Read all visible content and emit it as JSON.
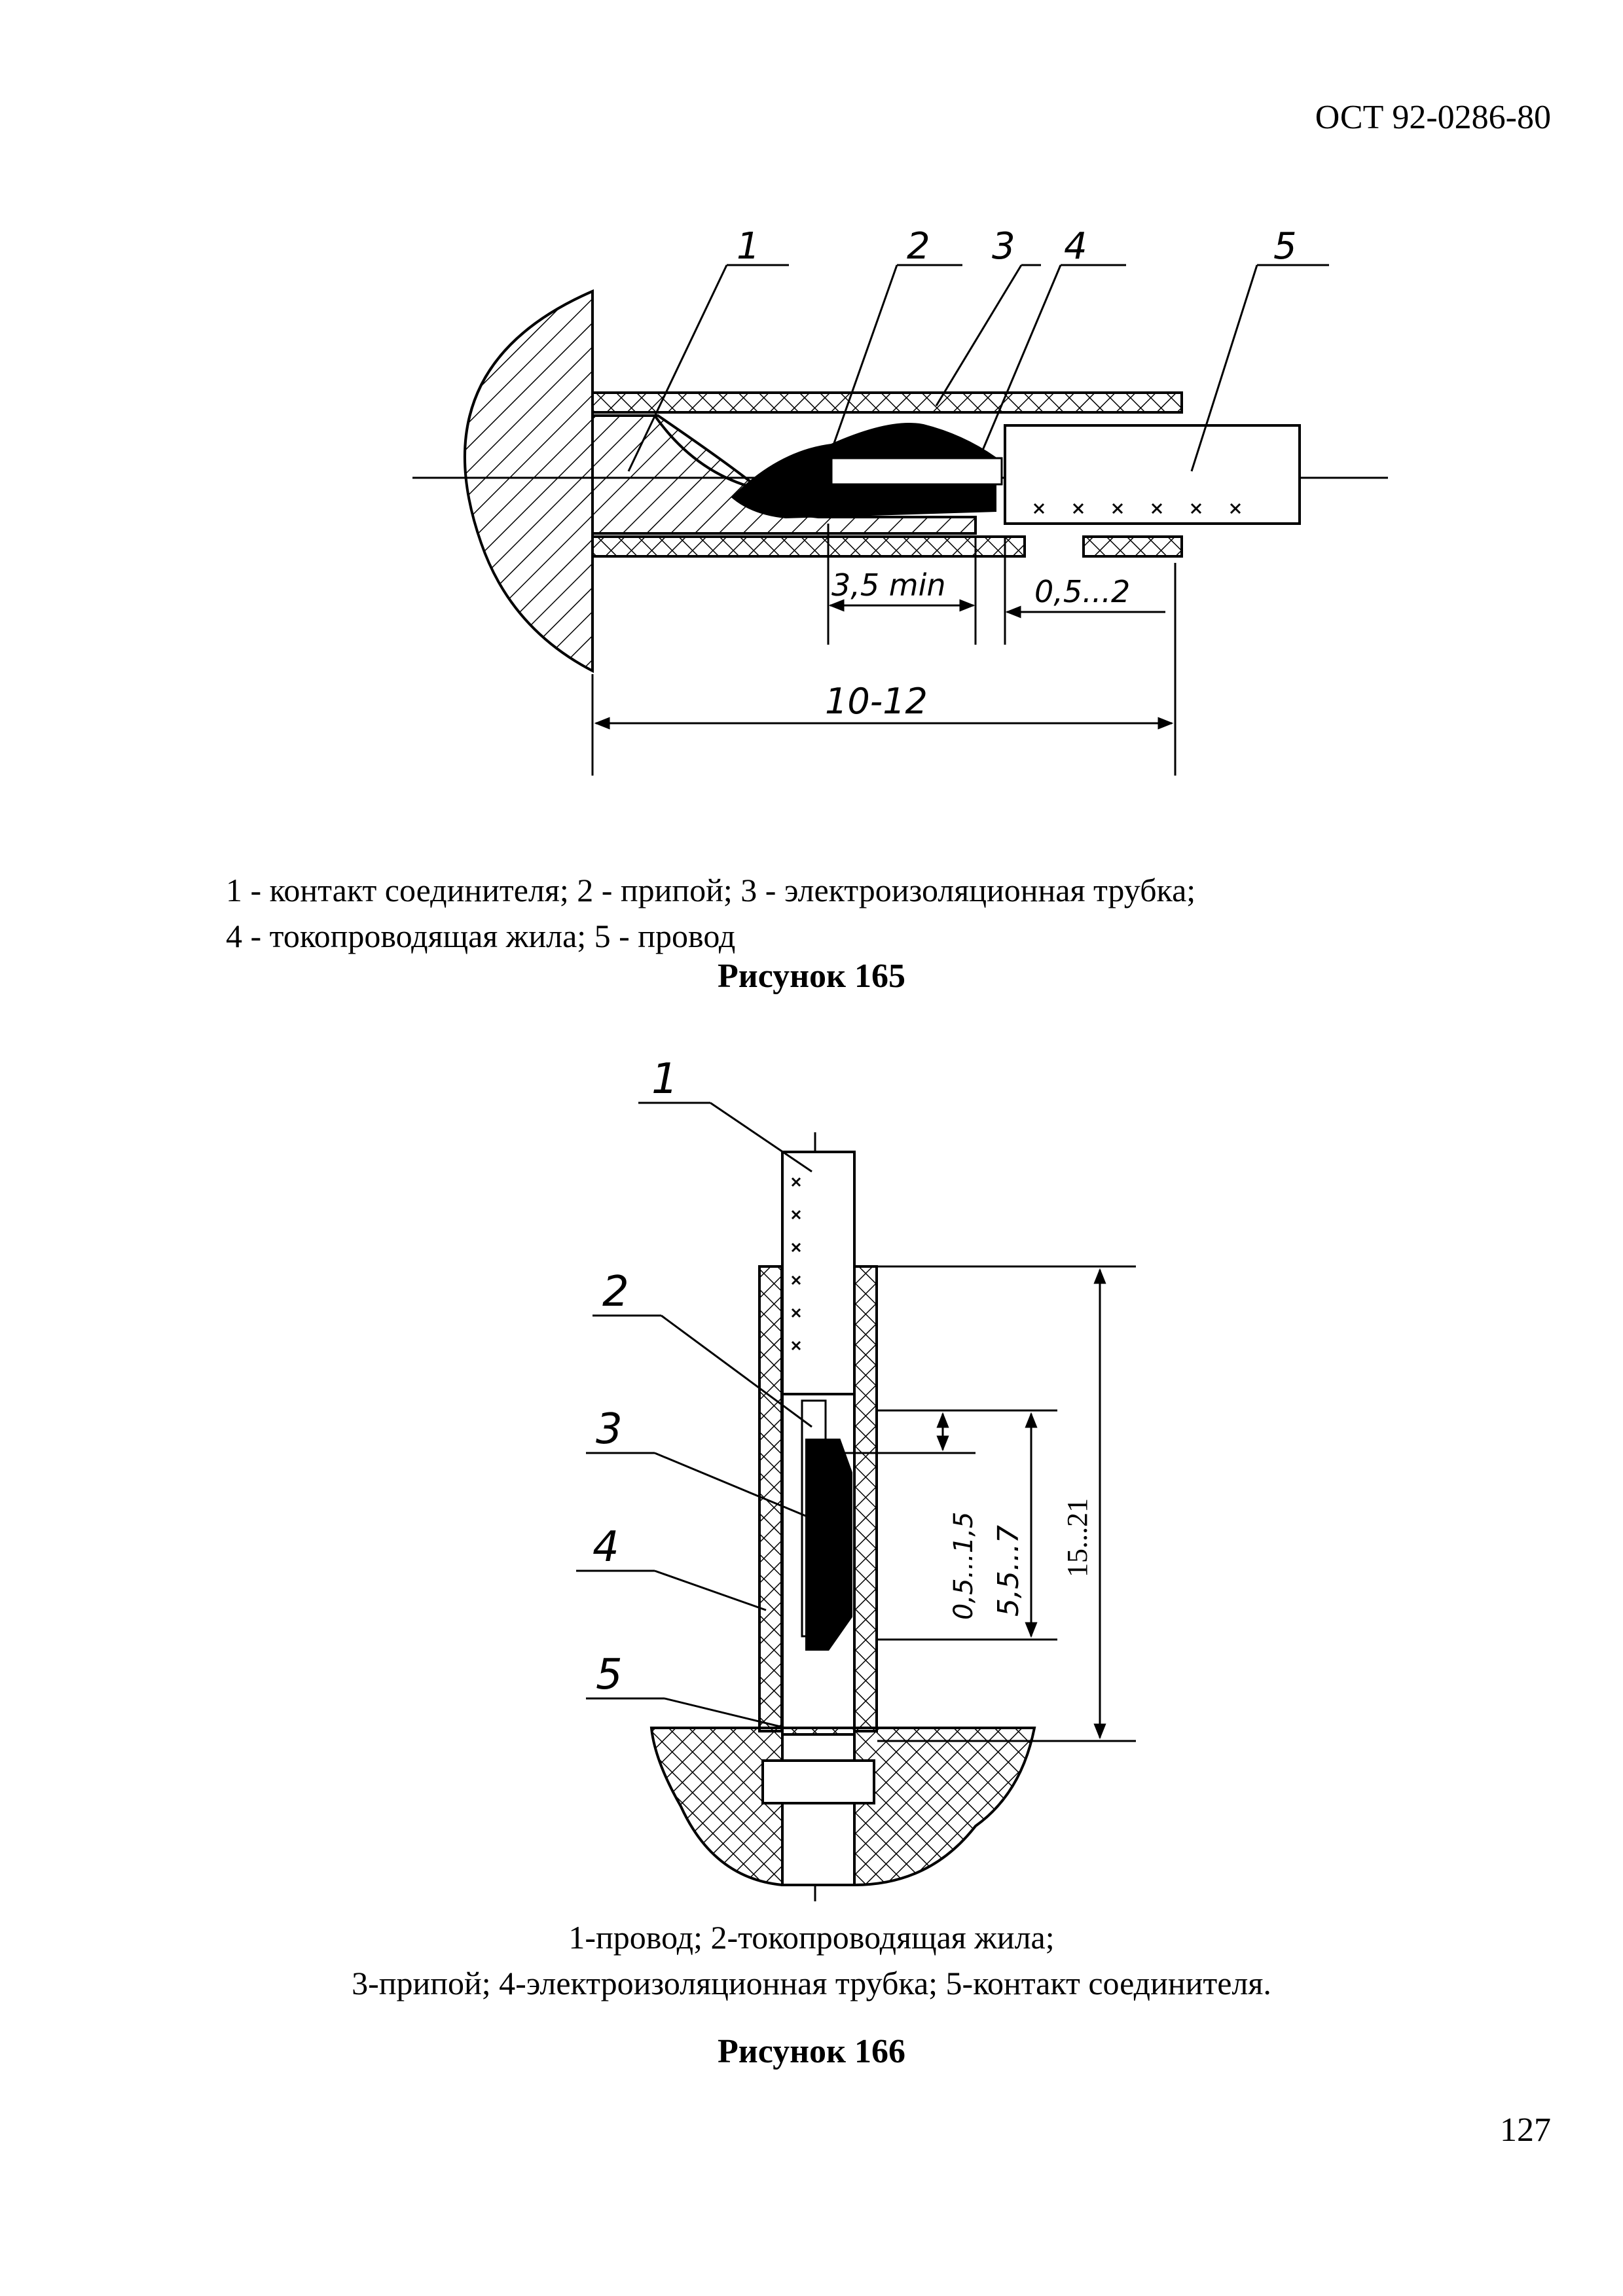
{
  "header": {
    "doc_code": "ОСТ 92-0286-80"
  },
  "figure165": {
    "labels": [
      "1",
      "2",
      "3",
      "4",
      "5"
    ],
    "dims": {
      "solder_len": "3,5 min",
      "gap": "0,5...2",
      "total": "10-12"
    },
    "caption_line1": "1 - контакт соединителя; 2 - припой; 3 - электроизоляционная трубка;",
    "caption_line2": "4 - токопроводящая жила; 5 - провод",
    "title": "Рисунок 165"
  },
  "figure166": {
    "labels": [
      "1",
      "2",
      "3",
      "4",
      "5"
    ],
    "dims": {
      "d1": "0,5...1,5",
      "d2": "5,5...7",
      "d3": "15...21"
    },
    "caption_line1": "1-провод; 2-токопроводящая жила;",
    "caption_line2": "3-припой; 4-электроизоляционная трубка; 5-контакт соединителя.",
    "title": "Рисунок 166"
  },
  "footer": {
    "page_number": "127"
  }
}
